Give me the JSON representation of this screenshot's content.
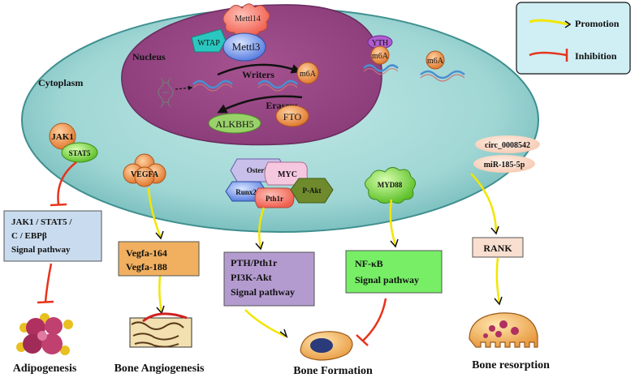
{
  "legend": {
    "promotion": "Promotion",
    "inhibition": "Inhibition"
  },
  "cell": {
    "nucleus": "Nucleus",
    "cytoplasm": "Cytoplasm"
  },
  "writers": {
    "mettl14": "Mettl14",
    "wtap": "WTAP",
    "mettl3": "Mettl3",
    "label": "Writers"
  },
  "erasers": {
    "label": "Erasers",
    "alkbh5": "ALKBH5",
    "fto": "FTO"
  },
  "m6a": {
    "marker": "m6A",
    "reader": "YTH"
  },
  "jak": {
    "jak1": "JAK1",
    "stat5": "STAT5"
  },
  "vegfa": {
    "label": "VEGFA"
  },
  "osteo": {
    "osterix": "Osterix",
    "myc": "MYC",
    "runx2": "Runx2",
    "pth1r": "Pth1r",
    "pakt": "P-Akt"
  },
  "myd88": {
    "label": "MYD88"
  },
  "circ": {
    "circ": "circ_0008542",
    "mir": "miR-185-5p"
  },
  "boxes": {
    "jak_pathway": [
      "JAK1 / STAT5 /",
      "C / EBPβ",
      "Signal pathway"
    ],
    "vegfa_iso": [
      "Vegfa-164",
      "Vegfa-188"
    ],
    "pth_pathway": [
      "PTH/Pth1r",
      "PI3K-Akt",
      "Signal  pathway"
    ],
    "nfkb_pathway": [
      "NF-κB",
      "Signal  pathway"
    ],
    "rank": "RANK"
  },
  "outcomes": {
    "adipogenesis": "Adipogenesis",
    "angiogenesis": "Bone  Angiogenesis",
    "formation": "Bone  Formation",
    "resorption": "Bone resorption"
  },
  "colors": {
    "promotion": "#f2e600",
    "inhibition": "#e8331c",
    "cell": "#a8dcdc",
    "nucleus": "#9a4a86",
    "box_blue": "#c9dcef",
    "box_orange": "#f0b060",
    "box_purple": "#b49bcf",
    "box_green": "#77ee66",
    "box_peach": "#f9dfcf"
  }
}
